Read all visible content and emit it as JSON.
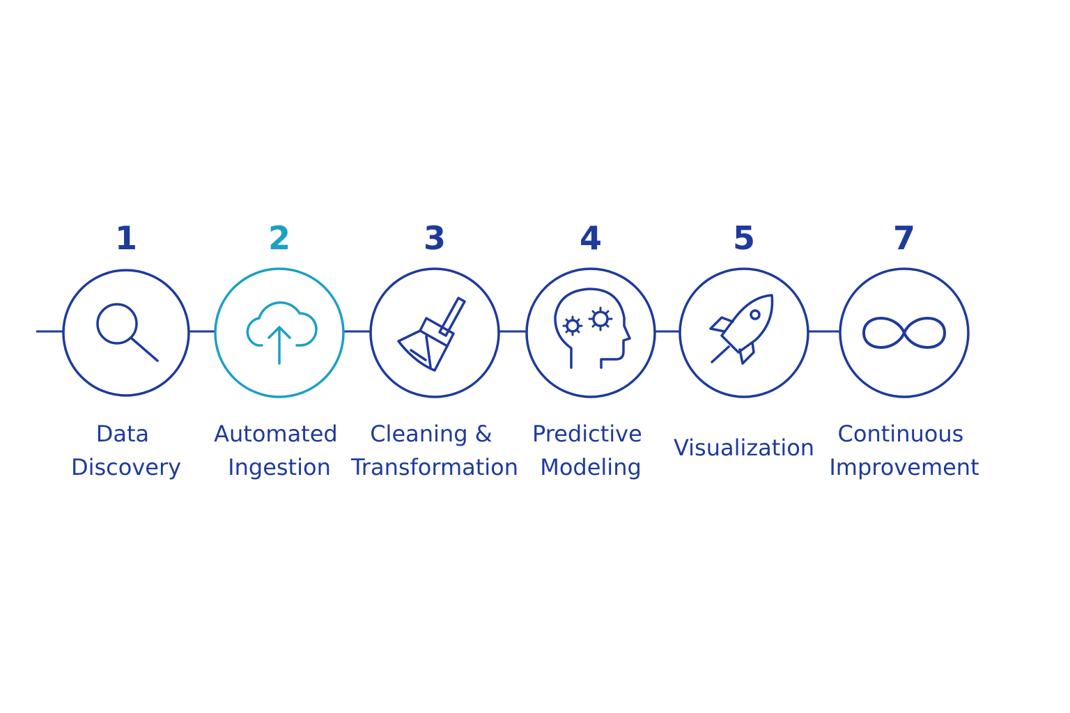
{
  "colors": {
    "primary": "#1e3a9c",
    "accent": "#1aa0c4",
    "background": "#ffffff"
  },
  "steps": [
    {
      "number": "1",
      "label_lines": [
        "Data",
        "Discovery"
      ],
      "icon": "magnifier-icon",
      "highlighted": false
    },
    {
      "number": "2",
      "label_lines": [
        "Automated",
        "Ingestion"
      ],
      "icon": "cloud-upload-icon",
      "highlighted": true
    },
    {
      "number": "3",
      "label_lines": [
        "Cleaning &",
        "Transformation"
      ],
      "icon": "broom-icon",
      "highlighted": false
    },
    {
      "number": "4",
      "label_lines": [
        "Predictive",
        "Modeling"
      ],
      "icon": "brain-gears-icon",
      "highlighted": false
    },
    {
      "number": "5",
      "label_lines": [
        "Visualization"
      ],
      "icon": "rocket-icon",
      "highlighted": false
    },
    {
      "number": "7",
      "label_lines": [
        "Continuous",
        "Improvement"
      ],
      "icon": "infinity-icon",
      "highlighted": false
    }
  ]
}
